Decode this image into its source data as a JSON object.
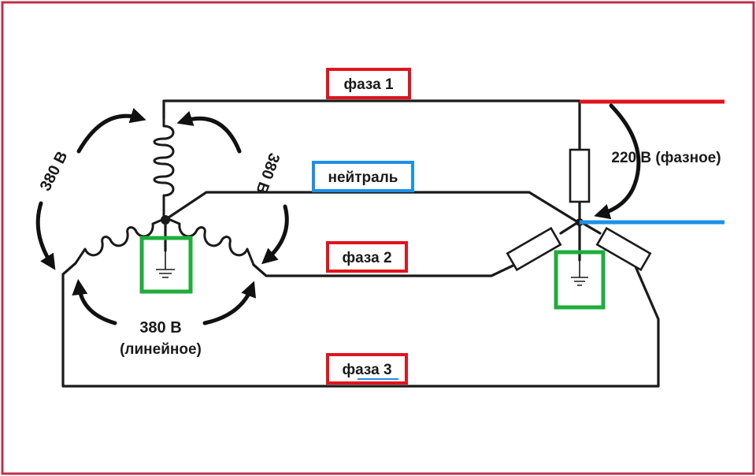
{
  "labels": {
    "phase1": "фаза 1",
    "phase2": "фаза 2",
    "phase3": "фаза 3",
    "neutral": "нейтраль",
    "line_voltage_left": "380 В",
    "line_voltage_right": "380 В",
    "line_voltage_bottom": "380 В",
    "line_voltage_bottom_caption": "(линейное)",
    "phase_voltage": "220 В (фазное)"
  },
  "colors": {
    "frame": "#c0304a",
    "phase_box": "#e0141e",
    "neutral_box": "#1e90e6",
    "ground_box": "#1fad3c",
    "phase_line": "#e0141e",
    "neutral_line": "#1e90e6",
    "wire": "#1a1a1a"
  },
  "icons": {
    "ground_left": "ground-icon",
    "ground_right": "ground-icon"
  }
}
